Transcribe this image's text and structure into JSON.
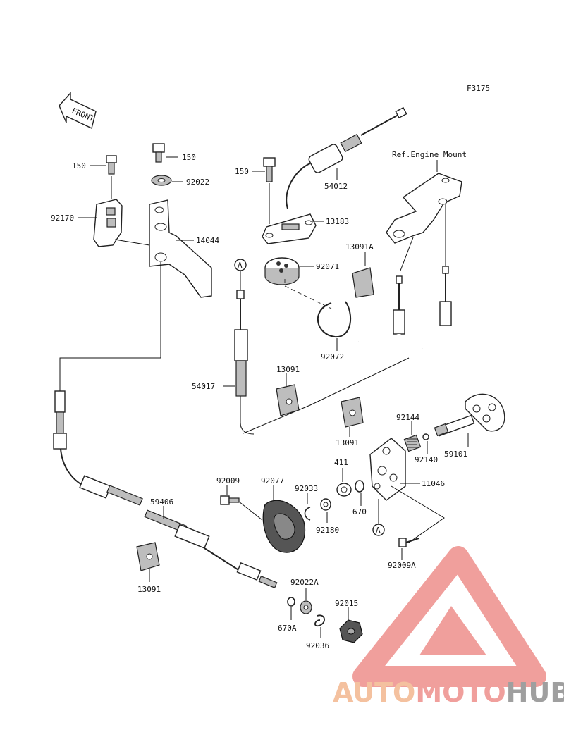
{
  "figure_code": "F3175",
  "front_label": "FRONT",
  "reference_note": "Ref.Engine Mount",
  "callout_a": "A",
  "parts": {
    "p150_left": "150",
    "p150_top": "150",
    "p150_mid": "150",
    "p92022": "92022",
    "p92170": "92170",
    "p14044": "14044",
    "p54012": "54012",
    "p13183": "13183",
    "p13091A": "13091A",
    "p92071": "92071",
    "p92072": "92072",
    "p54017": "54017",
    "p13091_mid": "13091",
    "p13091_right": "13091",
    "p13091_low": "13091",
    "p92144": "92144",
    "p92140": "92140",
    "p59101": "59101",
    "p411": "411",
    "p11046": "11046",
    "p670": "670",
    "p92009": "92009",
    "p92077": "92077",
    "p92033": "92033",
    "p92180": "92180",
    "p92009A": "92009A",
    "p59406": "59406",
    "p92022A": "92022A",
    "p92015": "92015",
    "p670A": "670A",
    "p92036": "92036"
  },
  "watermark": {
    "auto": "AUTO",
    "moto": "MOTO",
    "hub": "HUB",
    "colors": {
      "auto": "#f3b78f",
      "moto": "#ee8f8b",
      "hub": "#8f8f8f",
      "triangle": "#ee8f8b"
    }
  }
}
